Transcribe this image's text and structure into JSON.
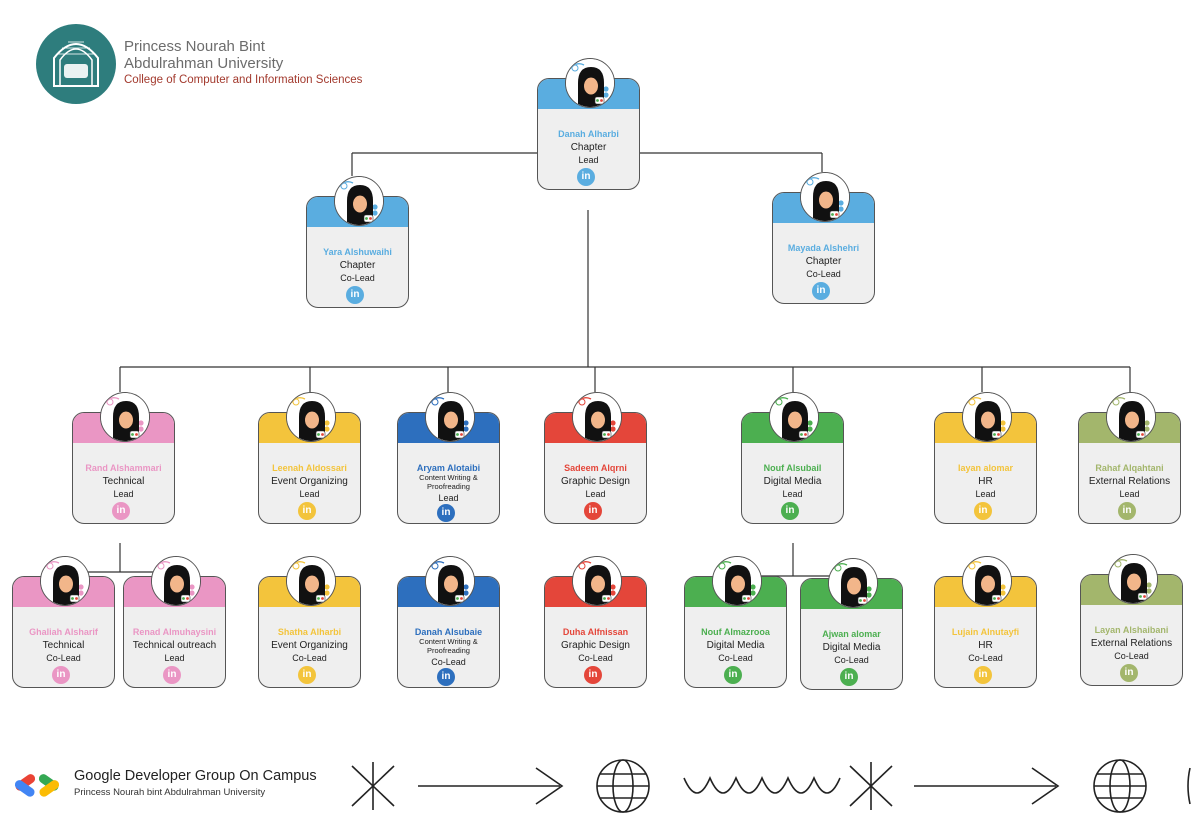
{
  "header": {
    "university_line1": "Princess Nourah Bint",
    "university_line2": "Abdulrahman University",
    "college": "College of Computer and Information Sciences"
  },
  "colors": {
    "blue_light": "#5aade0",
    "yellow": "#f3c43c",
    "blue_dark": "#2d6fbe",
    "red": "#e4463a",
    "green": "#4caf50",
    "pink": "#ea96c4",
    "olive": "#a3b66c",
    "seal": "#2e7d7d"
  },
  "members": [
    {
      "id": "danah-alharbi",
      "name": "Danah Alharbi",
      "dept": "Chapter",
      "role": "Lead",
      "color": "#5aade0"
    },
    {
      "id": "yara-alshuwaihi",
      "name": "Yara Alshuwaihi",
      "dept": "Chapter",
      "role": "Co-Lead",
      "color": "#5aade0"
    },
    {
      "id": "mayada-alshehri",
      "name": "Mayada Alshehri",
      "dept": "Chapter",
      "role": "Co-Lead",
      "color": "#5aade0"
    },
    {
      "id": "rand-alshammari",
      "name": "Rand Alshammari",
      "dept": "Technical",
      "role": "Lead",
      "color": "#ea96c4"
    },
    {
      "id": "leenah-aldossari",
      "name": "Leenah Aldossari",
      "dept": "Event Organizing",
      "role": "Lead",
      "color": "#f3c43c"
    },
    {
      "id": "aryam-alotaibi",
      "name": "Aryam Alotaibi",
      "dept": "Content Writing & Proofreading",
      "role": "Lead",
      "color": "#2d6fbe"
    },
    {
      "id": "sadeem-alqrni",
      "name": "Sadeem Alqrni",
      "dept": "Graphic Design",
      "role": "Lead",
      "color": "#e4463a"
    },
    {
      "id": "nouf-alsubail",
      "name": "Nouf Alsubail",
      "dept": "Digital Media",
      "role": "Lead",
      "color": "#4caf50"
    },
    {
      "id": "iayan-alomar",
      "name": "Iayan alomar",
      "dept": "HR",
      "role": "Lead",
      "color": "#f3c43c"
    },
    {
      "id": "rahaf-alqahtani",
      "name": "Rahaf Alqahtani",
      "dept": "External Relations",
      "role": "Lead",
      "color": "#a3b66c"
    },
    {
      "id": "ghaliah-alsharif",
      "name": "Ghaliah Alsharif",
      "dept": "Technical",
      "role": "Co-Lead",
      "color": "#ea96c4"
    },
    {
      "id": "renad-almuhaysini",
      "name": "Renad Almuhaysini",
      "dept": "Technical outreach",
      "role": "Lead",
      "color": "#ea96c4"
    },
    {
      "id": "shatha-alharbi",
      "name": "Shatha Alharbi",
      "dept": "Event Organizing",
      "role": "Co-Lead",
      "color": "#f3c43c"
    },
    {
      "id": "danah-alsubaie",
      "name": "Danah Alsubaie",
      "dept": "Content Writing & Proofreading",
      "role": "Co-Lead",
      "color": "#2d6fbe"
    },
    {
      "id": "duha-alfnissan",
      "name": "Duha Alfnissan",
      "dept": "Graphic Design",
      "role": "Co-Lead",
      "color": "#e4463a"
    },
    {
      "id": "nouf-almazrooa",
      "name": "Nouf Almazrooa",
      "dept": "Digital Media",
      "role": "Co-Lead",
      "color": "#4caf50"
    },
    {
      "id": "ajwan-alomar",
      "name": "Ajwan alomar",
      "dept": "Digital Media",
      "role": "Co-Lead",
      "color": "#4caf50"
    },
    {
      "id": "lujain-alnutayfi",
      "name": "Lujain Alnutayfi",
      "dept": "HR",
      "role": "Co-Lead",
      "color": "#f3c43c"
    },
    {
      "id": "layan-alshaibani",
      "name": "Layan Alshaibani",
      "dept": "External Relations",
      "role": "Co-Lead",
      "color": "#a3b66c"
    }
  ],
  "linkedin_label": "in",
  "footer": {
    "title": "Google Developer Group On Campus",
    "subtitle": "Princess Nourah bint Abdulrahman University"
  }
}
